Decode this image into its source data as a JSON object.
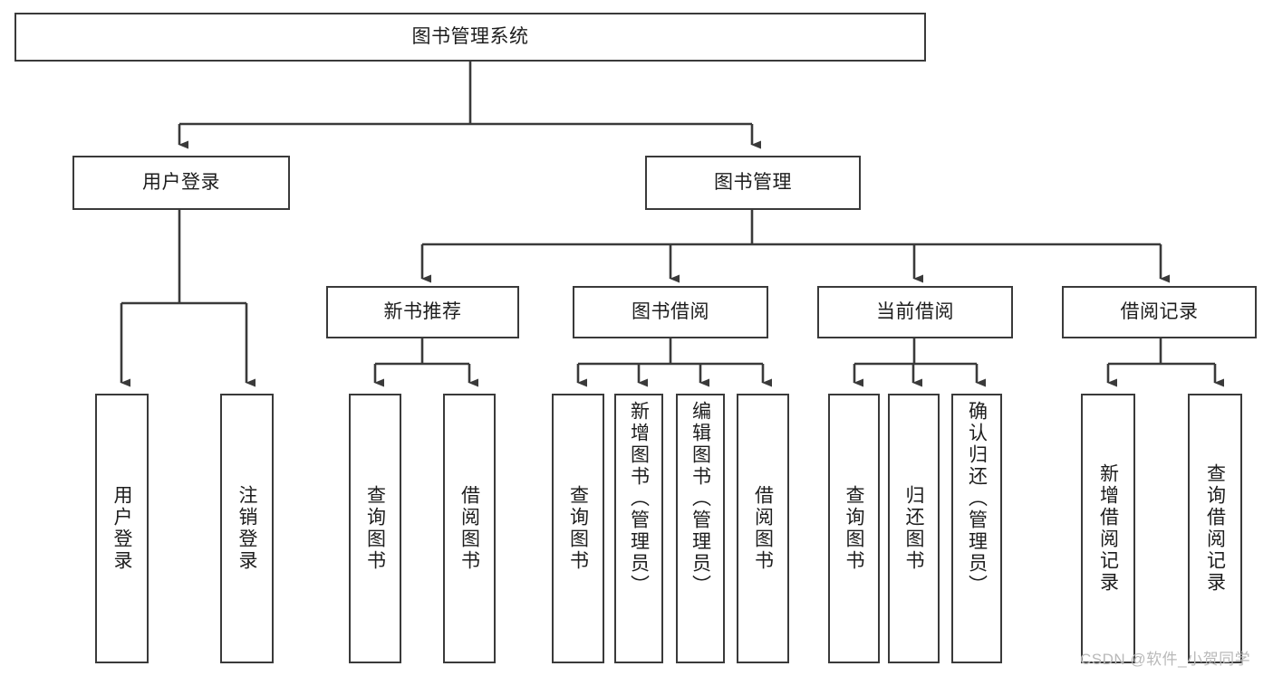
{
  "diagram": {
    "type": "tree-hierarchy",
    "title": "图书管理系统",
    "colors": {
      "box_border": "#3a3a3a",
      "box_fill": "#ffffff",
      "connector": "#3a3a3a",
      "text": "#1d1d1d",
      "watermark": "#b9b9b9",
      "background": "#ffffff"
    },
    "watermark": "CSDN @软件_小贺同学",
    "nodes": {
      "root": {
        "label": "图书管理系统",
        "level": 0
      },
      "level1": [
        {
          "id": "user-login",
          "label": "用户登录"
        },
        {
          "id": "book-manage",
          "label": "图书管理"
        }
      ],
      "level2": [
        {
          "id": "new-book-recommend",
          "label": "新书推荐",
          "parent": "book-manage"
        },
        {
          "id": "book-borrow",
          "label": "图书借阅",
          "parent": "book-manage"
        },
        {
          "id": "current-borrow",
          "label": "当前借阅",
          "parent": "book-manage"
        },
        {
          "id": "borrow-record",
          "label": "借阅记录",
          "parent": "book-manage"
        }
      ],
      "leaves": [
        {
          "id": "leaf-user-login",
          "label": "用户登录",
          "parent": "user-login"
        },
        {
          "id": "leaf-logout-login",
          "label": "注销登录",
          "parent": "user-login"
        },
        {
          "id": "leaf-query-book-1",
          "label": "查询图书",
          "parent": "new-book-recommend"
        },
        {
          "id": "leaf-borrow-book-1",
          "label": "借阅图书",
          "parent": "new-book-recommend"
        },
        {
          "id": "leaf-query-book-2",
          "label": "查询图书",
          "parent": "book-borrow"
        },
        {
          "id": "leaf-add-book",
          "label": "新增图书（管理员）",
          "parent": "book-borrow"
        },
        {
          "id": "leaf-edit-book",
          "label": "编辑图书（管理员）",
          "parent": "book-borrow"
        },
        {
          "id": "leaf-borrow-book-2",
          "label": "借阅图书",
          "parent": "book-borrow"
        },
        {
          "id": "leaf-query-book-3",
          "label": "查询图书",
          "parent": "current-borrow"
        },
        {
          "id": "leaf-return-book",
          "label": "归还图书",
          "parent": "current-borrow"
        },
        {
          "id": "leaf-confirm-return",
          "label": "确认归还（管理员）",
          "parent": "current-borrow"
        },
        {
          "id": "leaf-add-record",
          "label": "新增借阅记录",
          "parent": "borrow-record"
        },
        {
          "id": "leaf-query-record",
          "label": "查询借阅记录",
          "parent": "borrow-record"
        }
      ]
    }
  }
}
